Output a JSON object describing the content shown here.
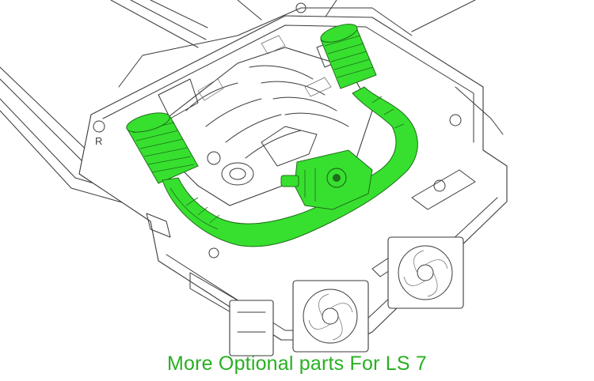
{
  "caption": "More Optional parts For LS 7",
  "colors": {
    "caption": "#27b021",
    "highlight": "#37e02f",
    "line": "#3a3a3a",
    "background": "#ffffff"
  },
  "illustration": {
    "highlighted_parts": [
      "left-air-filter",
      "right-air-filter",
      "air-intake-tubing"
    ]
  }
}
